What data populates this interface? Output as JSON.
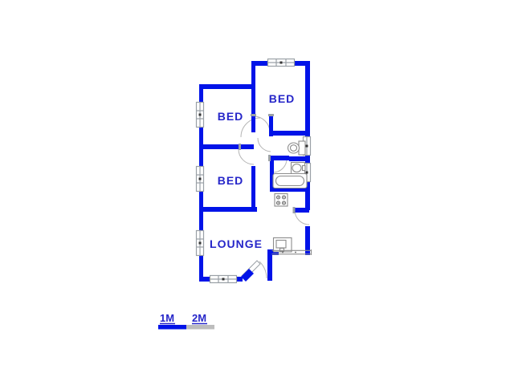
{
  "image": {
    "type": "architectural-floor-plan",
    "background": "#ffffff"
  },
  "colors": {
    "wall": "#0013e8",
    "room_label": "#2626c9",
    "scale_label": "#2626c9",
    "scale_bar_filled": "#0013e8",
    "scale_bar_empty": "#bdbdbd",
    "fixture_outline": "#8c8c8c",
    "window_frame": "#9aa0a6",
    "door_arc": "#b5b5b5"
  },
  "rooms": [
    {
      "name": "bedroom-top-right",
      "label": "BED"
    },
    {
      "name": "bedroom-upper-left",
      "label": "BED"
    },
    {
      "name": "bedroom-lower-left",
      "label": "BED"
    },
    {
      "name": "lounge",
      "label": "LOUNGE"
    }
  ],
  "fixtures": [
    {
      "name": "toilet"
    },
    {
      "name": "basin"
    },
    {
      "name": "bathtub"
    },
    {
      "name": "stove"
    },
    {
      "name": "kitchen-sink"
    }
  ],
  "scale_bar": {
    "labels": [
      "1M",
      "2M"
    ]
  }
}
